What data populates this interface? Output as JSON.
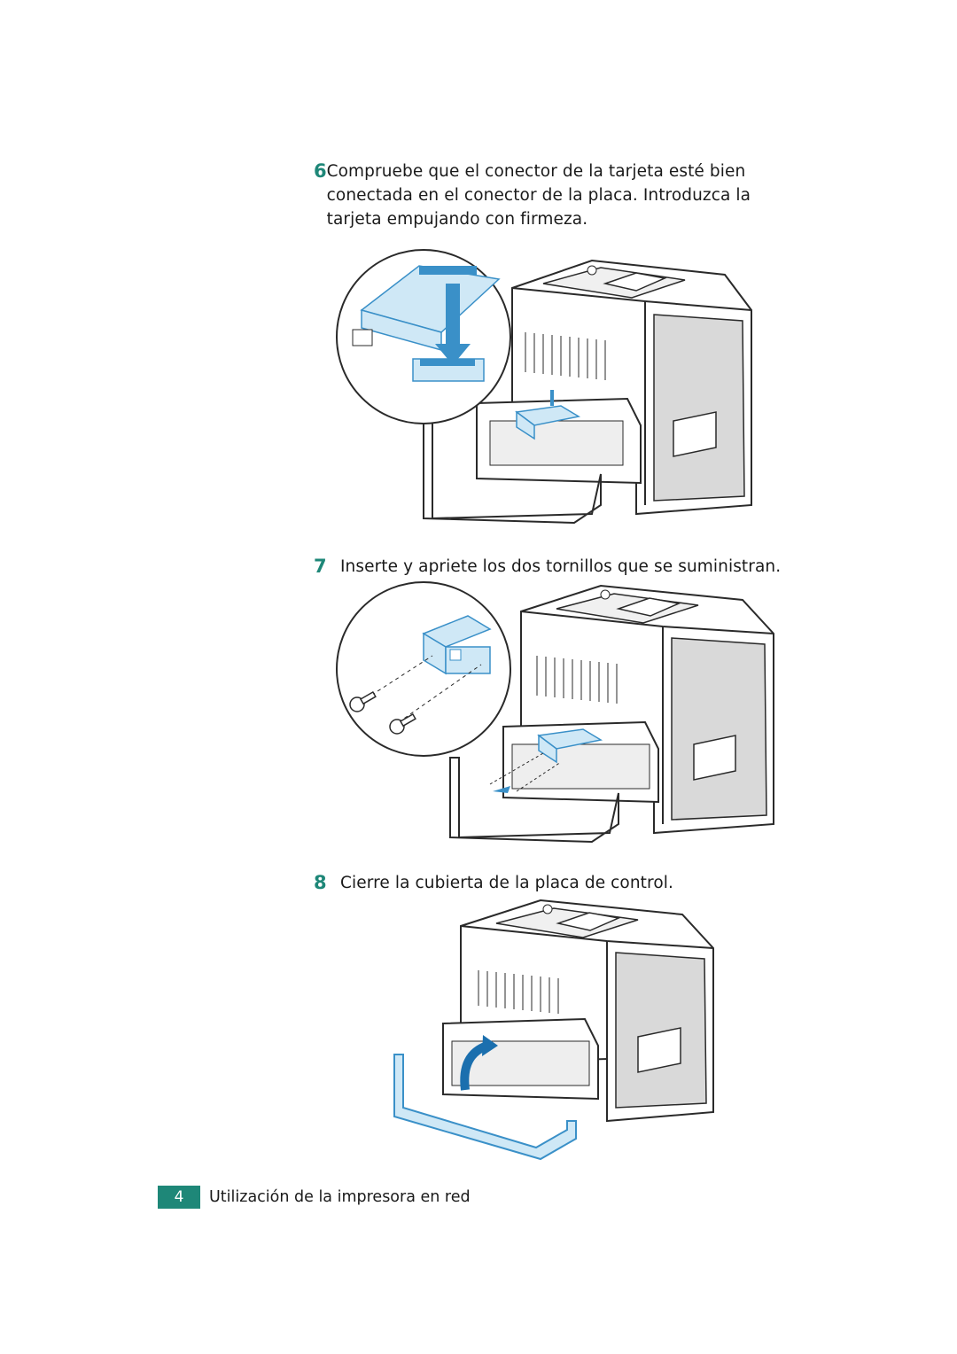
{
  "colors": {
    "step_number": "#1e8778",
    "footer_badge": "#1e8778",
    "highlight_fill": "#cfe8f6",
    "highlight_stroke": "#3a90c8",
    "line": "#2a2a2a",
    "shade": "#d9d9d9"
  },
  "steps": [
    {
      "number": "6",
      "text": "Compruebe que el conector de la tarjeta esté bien conectada en el conector de la placa. Introduzca la tarjeta empujando con firmeza."
    },
    {
      "number": "7",
      "text": "Inserte y apriete los dos tornillos que se suministran."
    },
    {
      "number": "8",
      "text": "Cierre la cubierta de la placa de control."
    }
  ],
  "figures": [
    {
      "icon": "printer-card-insert-illustration"
    },
    {
      "icon": "printer-screws-illustration"
    },
    {
      "icon": "printer-cover-close-illustration"
    }
  ],
  "footer": {
    "page_number": "4",
    "title": "Utilización de la impresora en red"
  }
}
